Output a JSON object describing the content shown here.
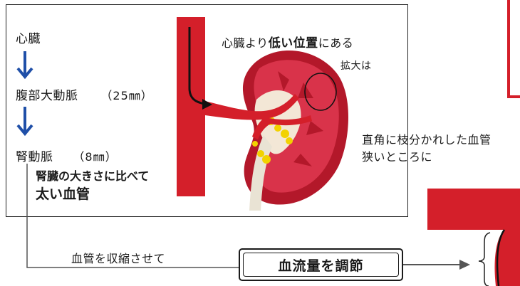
{
  "flow": {
    "heart": "心臓",
    "aorta": "腹部大動脈",
    "aorta_size": "（25㎜）",
    "renal_artery": "腎動脈",
    "renal_size": "（8㎜）"
  },
  "notes": {
    "kidney_compare": "腎臓の大きさに比べて",
    "thick_vessel": "太い血管",
    "position_pre": "心臓より",
    "position_bold": "低い位置",
    "position_post": "にある",
    "enlarge": "拡大は",
    "right_angle": "直角に枝分かれした血管",
    "narrow": "狭いところに"
  },
  "bottom": {
    "constrict": "血管を収縮させて",
    "control": "血流量を調節"
  },
  "colors": {
    "arrow_blue": "#1f4fa8",
    "vessel_red": "#d41f2a",
    "kidney_dark": "#b3182a",
    "kidney_mid": "#d9334a",
    "fat_yellow": "#f2d200"
  }
}
